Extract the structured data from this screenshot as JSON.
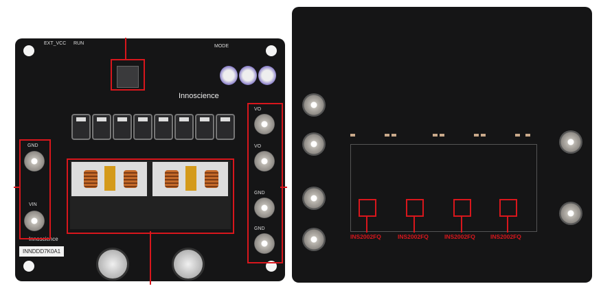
{
  "left_board": {
    "brand": "Innoscience",
    "part_label": "INNDDD7K0A1",
    "terminals": [
      "GND",
      "VIN",
      "VO",
      "VO",
      "GND",
      "GND"
    ],
    "header_labels": [
      "EXT_VCC",
      "RUN",
      "MODE"
    ]
  },
  "right_board": {
    "chip_labels": [
      "INS2002FQ",
      "INS2002FQ",
      "INS2002FQ",
      "INS2002FQ"
    ]
  },
  "colors": {
    "highlight": "#d9161c",
    "pcb": "#151516"
  }
}
